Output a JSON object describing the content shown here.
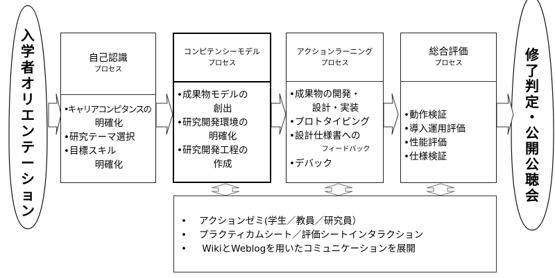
{
  "start": {
    "label": [
      "入",
      "学",
      "者",
      "オ",
      "リ",
      "エ",
      "ン",
      "テ",
      "ー",
      "シ",
      "ョ",
      "ン"
    ]
  },
  "end": {
    "label": [
      "修",
      "了",
      "判",
      "定",
      "・",
      "公",
      "開",
      "公",
      "聴",
      "会"
    ]
  },
  "processes": [
    {
      "title": "自己認識",
      "subtitle": "プロセス",
      "items": [
        {
          "line1": "•キャリアコンピタンスの",
          "line2": "明確化"
        },
        {
          "line1": "•研究テーマ選択",
          "line2": ""
        },
        {
          "line1": "•目標スキル",
          "line2": "明確化"
        }
      ]
    },
    {
      "title": "コンピテンシーモデル",
      "subtitle": "プロセス",
      "items": [
        {
          "line1": "•成果物モデルの",
          "line2": "創出"
        },
        {
          "line1": "•研究開発環境の",
          "line2": "明確化"
        },
        {
          "line1": "•研究開発工程の",
          "line2": "作成"
        }
      ]
    },
    {
      "title": "アクションラーニング",
      "subtitle": "プロセス",
      "items": [
        {
          "line1": "•成果物の開発・",
          "line2": "設計・実装"
        },
        {
          "line1": "•プロトタイピング",
          "line2": ""
        },
        {
          "line1": "•設計仕様書への",
          "line2": "フィードバック"
        },
        {
          "line1": "•デバック",
          "line2": ""
        }
      ]
    },
    {
      "title": "総合評価",
      "subtitle": "プロセス",
      "items": [
        {
          "line1": "•動作検証",
          "line2": ""
        },
        {
          "line1": "•導入運用評価",
          "line2": ""
        },
        {
          "line1": "•性能評価",
          "line2": ""
        },
        {
          "line1": "•仕様検証",
          "line2": ""
        }
      ]
    }
  ],
  "support": {
    "bullet": "•",
    "lines": [
      "アクションゼミ(学生／教員／研究員）",
      "プラクティカムシート／評価シートインタラクション",
      " WikiとWeblogを用いたコミュニケーションを展開"
    ]
  }
}
